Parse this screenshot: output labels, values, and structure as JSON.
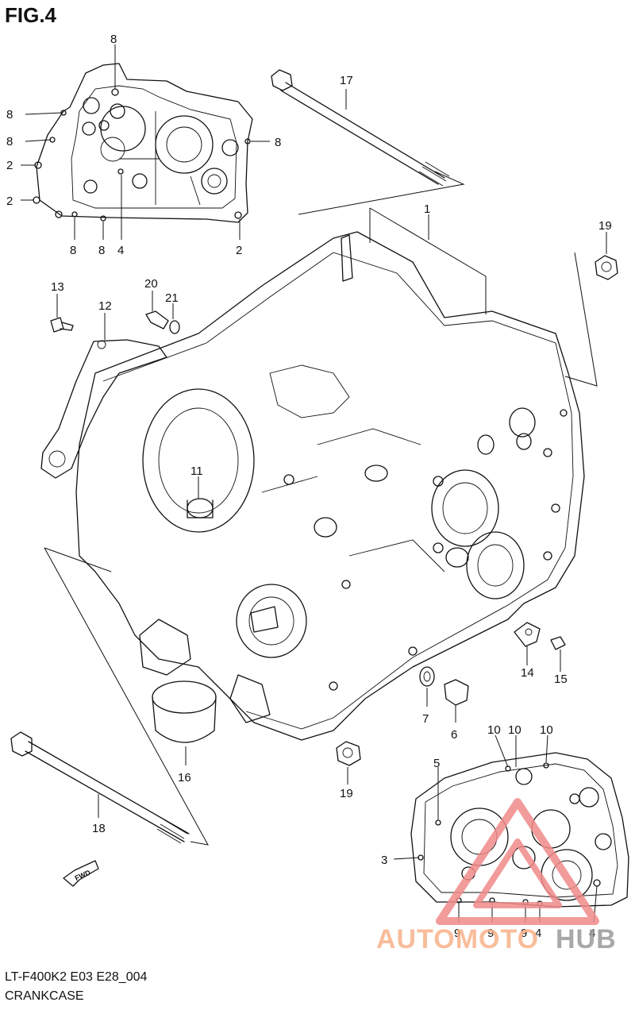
{
  "figure": {
    "title": "FIG.4",
    "code": "LT-F400K2 E03 E28_004",
    "name": "CRANKCASE"
  },
  "callouts": {
    "c8a": "8",
    "c8b": "8",
    "c8c": "8",
    "c8d": "8",
    "c8e": "8",
    "c8f": "8",
    "c2a": "2",
    "c2b": "2",
    "c2c": "2",
    "c4a": "4",
    "c17": "17",
    "c1": "1",
    "c19a": "19",
    "c13": "13",
    "c20": "20",
    "c21": "21",
    "c12": "12",
    "c11": "11",
    "c14": "14",
    "c15": "15",
    "c7": "7",
    "c6": "6",
    "c16": "16",
    "c19b": "19",
    "c18": "18",
    "c10a": "10",
    "c10b": "10",
    "c10c": "10",
    "c5": "5",
    "c3": "3",
    "c9a": "9",
    "c9b": "9",
    "c9c": "9",
    "c4b": "4",
    "c4c": "4"
  },
  "fwd_badge": "FWD",
  "watermark": {
    "part1": "AUTOMOTO",
    "part2": "HUB",
    "color1": "#f7b28a",
    "color2": "#9a9a9a",
    "triangle_color": "#f08a8a"
  }
}
